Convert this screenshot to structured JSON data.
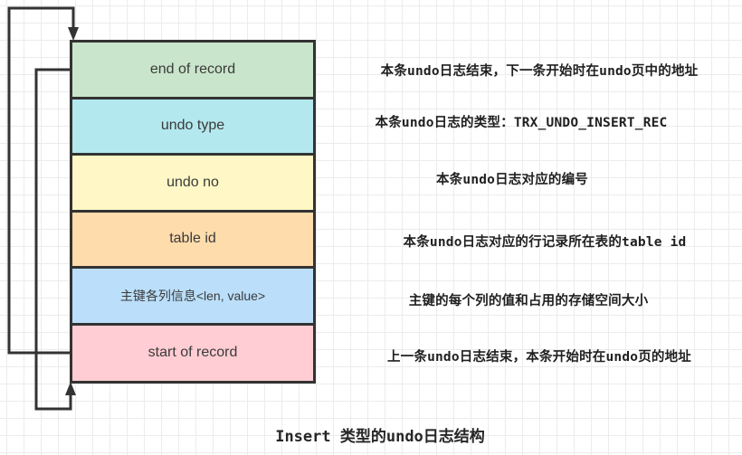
{
  "title": "Insert 类型的undo日志结构",
  "fields": [
    {
      "label": "end of record",
      "color": "#c9e5cb",
      "description": "本条undo日志结束，下一条开始时在undo页中的地址"
    },
    {
      "label": "undo type",
      "color": "#b3e8ee",
      "description": "本条undo日志的类型：TRX_UNDO_INSERT_REC"
    },
    {
      "label": "undo no",
      "color": "#fff8c6",
      "description": "本条undo日志对应的编号"
    },
    {
      "label": "table id",
      "color": "#ffdcac",
      "description": "本条undo日志对应的行记录所在表的table id"
    },
    {
      "label": "主键各列信息<len, value>",
      "color": "#bbdffa",
      "description": "主键的每个列的值和占用的存储空间大小"
    },
    {
      "label": "start of record",
      "color": "#ffcdd3",
      "description": "上一条undo日志结束，本条开始时在undo页的地址"
    }
  ],
  "arrows": [
    {
      "from": "start of record",
      "to": "top of end of record",
      "direction": "down"
    },
    {
      "from": "end of record",
      "to": "bottom of start of record",
      "direction": "up"
    }
  ],
  "line_color": "#333333"
}
